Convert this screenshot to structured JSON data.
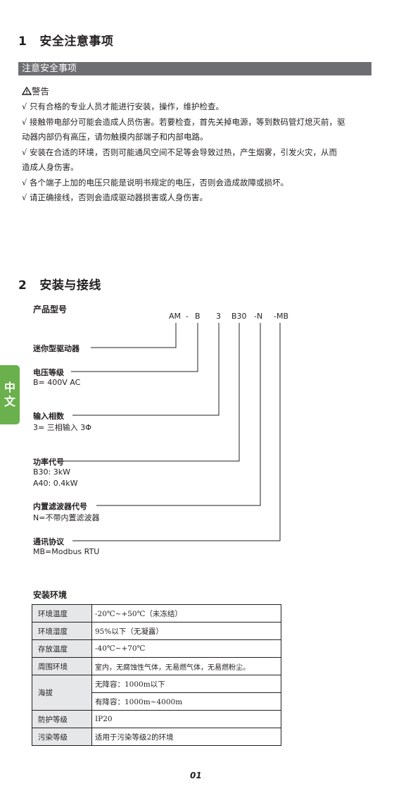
{
  "section1": {
    "number": "1",
    "title": "安全注意事项",
    "bar_title": "注意安全事项",
    "warning_icon": "warning-triangle-icon",
    "warning_title": "警告",
    "items": [
      [
        "√ 只有合格的专业人员才能进行安装，操作，维护检查。"
      ],
      [
        "√ 接触带电部分可能会造成人员伤害。若要检查，首先关掉电源，等到数码管灯熄灭前，驱",
        "动器内部仍有高压，请勿触摸内部端子和内部电路。"
      ],
      [
        "√ 安装在合适的环境，否则可能通风空间不足等会导致过热，产生烟雾，引发火灾，从而",
        "造成人身伤害。"
      ],
      [
        "√ 各个端子上加的电压只能是说明书规定的电压，否则会造成故障或损坏。"
      ],
      [
        "√ 请正确接线，否则会造成驱动器损害或人身伤害。"
      ]
    ]
  },
  "section2": {
    "number": "2",
    "title": "安装与接线",
    "model_title": "产品型号",
    "model_code": [
      "AM",
      "-",
      "B",
      "3",
      "B30",
      "-N",
      "-MB"
    ],
    "fields": [
      {
        "label": "迷你型驱动器",
        "values": []
      },
      {
        "label": "电压等级",
        "values": [
          "B= 400V AC"
        ]
      },
      {
        "label": "输入相数",
        "values": [
          "3= 三相输入 3Φ"
        ]
      },
      {
        "label": "功率代号",
        "values": [
          "B30: 3kW",
          "A40: 0.4kW"
        ]
      },
      {
        "label": "内置滤波器代号",
        "values": [
          "N=不带内置滤波器"
        ]
      },
      {
        "label": "通讯协议",
        "values": [
          "MB=Modbus RTU"
        ]
      }
    ],
    "env_title": "安装环境",
    "env_table": [
      {
        "key": "环境温度",
        "values": [
          "-20℃~+50℃（未冻结）"
        ]
      },
      {
        "key": "环境湿度",
        "values": [
          "95%以下（无凝露）"
        ]
      },
      {
        "key": "存放温度",
        "values": [
          "-40℃~+70℃"
        ]
      },
      {
        "key": "周围环境",
        "values": [
          "室内，无腐蚀性气体，无易燃气体，无易燃粉尘。"
        ]
      },
      {
        "key": "海拔",
        "values": [
          "无降容：1000m以下",
          "有降容：1000m~4000m"
        ]
      },
      {
        "key": "防护等级",
        "values": [
          "IP20"
        ]
      },
      {
        "key": "污染等级",
        "values": [
          "适用于污染等级2的环境"
        ]
      }
    ]
  },
  "side_tab": [
    "中",
    "文"
  ],
  "page_number": "01",
  "colors": {
    "bar": "#6d6e71",
    "tab": "#6ab04c",
    "table_key_bg": "#e6e7e8"
  }
}
